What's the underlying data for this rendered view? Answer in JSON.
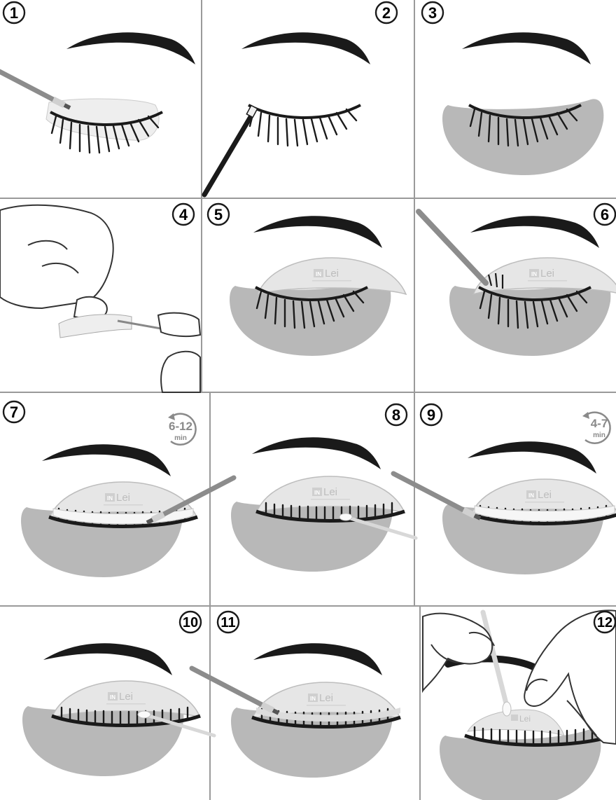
{
  "steps": [
    {
      "number": "1"
    },
    {
      "number": "2"
    },
    {
      "number": "3"
    },
    {
      "number": "4"
    },
    {
      "number": "5"
    },
    {
      "number": "6"
    },
    {
      "number": "7",
      "timer": {
        "value": "6-12",
        "unit": "min"
      }
    },
    {
      "number": "8"
    },
    {
      "number": "9",
      "timer": {
        "value": "4-7",
        "unit": "min"
      }
    },
    {
      "number": "10"
    },
    {
      "number": "11"
    },
    {
      "number": "12"
    }
  ],
  "brand": {
    "logo_box": "IN",
    "logo_text": "Lei"
  },
  "colors": {
    "line": "#1a1a1a",
    "pad_gray": "#b8b8b8",
    "shield_gray": "#e6e6e6",
    "tool_gray": "#8c8c8c",
    "grid_line": "#9a9a9a"
  }
}
